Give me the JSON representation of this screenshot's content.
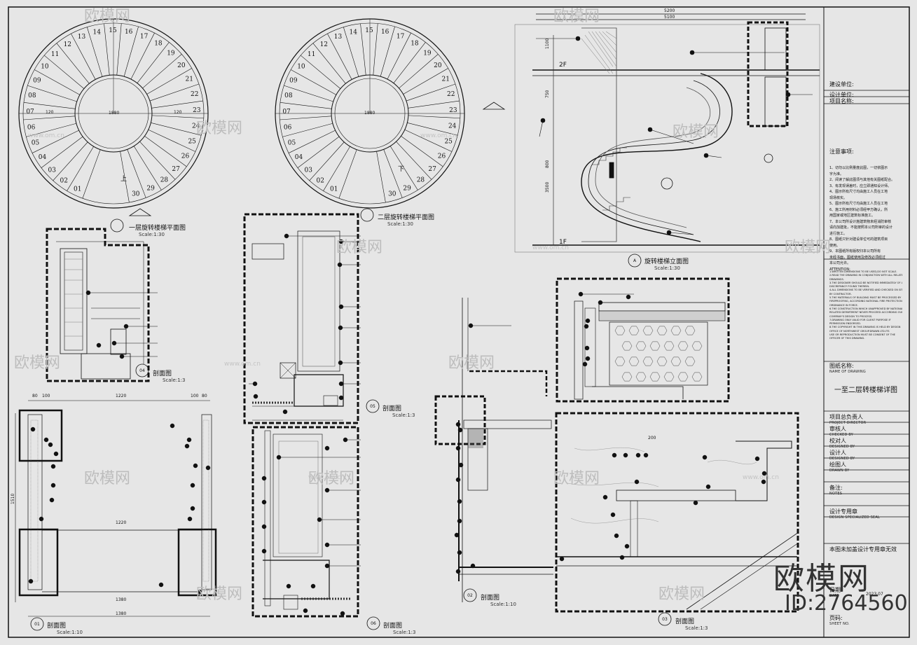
{
  "titleblock": {
    "construction_unit": "建设单位:",
    "design_unit": "设计单位:",
    "project_name": "项目名称:",
    "notes_title": "注意事项:",
    "notes": [
      "1、切勿以比例量度此图，一切依图示",
      "   字为准。",
      "2、阅读了解此图须与其他有关图纸配合。",
      "3、有发现误差时，应立即通知设计师。",
      "4、图示所有尺寸均由施工人员在工地",
      "   现场核实。",
      "5、图示所有尺寸均由施工人员在工地",
      "6、施工所用材料必须经甲方确认，所",
      "   用国家或地区建筑标准施工。",
      "7、本公司所设计施建筑物未经消防审核",
      "   请向加建批，不能按照本公司所审的设计",
      "   进行施工。",
      "8、图纸只针对建设单位可的建筑项目",
      "   使用。",
      "9、本图纸所有版权归本公司所有",
      "   未经书面，图纸使用及修改必须经过",
      "   本公司允许。"
    ],
    "attention": "ATTENTION:",
    "notes_en": [
      "1.WRITTEN DIMENSIONS TO BE USED,DO NOT SCALE.",
      "2.READ THE DRAWING IN CONJUNCTION WITH ALL RELATED",
      "  DRAWINGS.",
      "3.THE DESIGNER SHOULD BE NOTIFIED IMMEDIATELY OF ANY",
      "  DISCREPANCY FOUND THEREIN.",
      "4.ALL DIMENSIONS TO BE VERIFIED AND CHECKED ON SITE",
      "  BY CONTRACTOR.",
      "5.THE MATERIALS OF BUILDING MUST BE PROCESSED BY",
      "  FIREPROOFING, ACCORDING NATIONAL FIRE PROTECTION",
      "  ORDINANCE IN FORCE.",
      "6.THE CONSTRUCTION WHICH UNAPPROVED BY NATIONAL",
      "  RELATED DEPARTMENT NEVER PROCEED ACCORDING OUR",
      "  COMPANY'S DESIGN TO PROCESS.",
      "7.DRAWING ONLY VALID FOR CLIENT PURPOSE IF",
      "  PERMISSION ENDORSED.",
      "8.THE COPYRIGHT IN THIS DRAWING IS HELD BY DESIGN",
      "  OFFICE OF NORTHWEST GROUP.DRAWN LTD.ITS",
      "  USE OR REPRODUCTION MUST BE CONSENT OF THE",
      "  OFFICER OF THIS DRAWING."
    ],
    "drawing_name_label": "图纸名称:",
    "drawing_name_en": "NAME OF DRAWING",
    "drawing_name": "一至二层转楼梯详图",
    "project_leader": "项目总负责人",
    "project_leader_en": "PROJECT DIRECTOR",
    "reviewer": "审核人",
    "reviewer_en": "CHECKED BY",
    "checker": "校对人",
    "checker_en": "DESIGNED BY",
    "designer": "设计人",
    "designer_en": "DESIGNED BY",
    "drafter": "绘图人",
    "drafter_en": "DRAWN BY",
    "remarks": "备注:",
    "remarks_en": "NOTES",
    "seal": "设计专用章",
    "seal_en": "DESIGN SPECIALIZED SEAL",
    "seal_note": "本图未加盖设计专用章无效",
    "date_label": "日期:",
    "date_en": "DATE",
    "date_value": "2023.07",
    "sheet_label": "页码:",
    "sheet_en": "SHEET NO."
  },
  "views": {
    "plan1_title": "一层旋转楼梯平面图",
    "plan1_scale": "Scale:1:30",
    "plan2_title": "二层旋转楼梯平面图",
    "plan2_scale": "Scale:1:30",
    "elev_tag": "A",
    "elev_title": "旋转楼梯立面图",
    "elev_scale": "Scale:1:30",
    "sec04_tag": "04",
    "sec04_title": "剖面图",
    "sec04_scale": "Scale:1:3",
    "sec05_tag": "05",
    "sec05_title": "剖面图",
    "sec05_scale": "Scale:1:3",
    "sec01_tag": "01",
    "sec01_title": "剖面图",
    "sec01_scale": "Scale:1:10",
    "sec06_tag": "06",
    "sec06_title": "剖面图",
    "sec06_scale": "Scale:1:3",
    "sec02_tag": "02",
    "sec02_title": "剖面图",
    "sec02_scale": "Scale:1:10",
    "sec03_tag": "03",
    "sec03_title": "剖面图",
    "sec03_scale": "Scale:1:3"
  },
  "plan1": {
    "steps": [
      "01",
      "02",
      "03",
      "04",
      "05",
      "06",
      "07",
      "08",
      "09",
      "10",
      "11",
      "12",
      "13",
      "14",
      "15",
      "16",
      "17",
      "18",
      "19",
      "20",
      "21",
      "22",
      "23",
      "24",
      "25",
      "26",
      "27",
      "28",
      "29",
      "30"
    ],
    "dim_1880": "1880",
    "dim_120a": "120",
    "dim_120b": "120",
    "up": "上"
  },
  "plan2": {
    "steps": [
      "01",
      "02",
      "03",
      "04",
      "05",
      "06",
      "07",
      "08",
      "09",
      "10",
      "11",
      "12",
      "13",
      "14",
      "15",
      "16",
      "17",
      "18",
      "19",
      "20",
      "21",
      "22",
      "23",
      "24",
      "25",
      "26",
      "27",
      "28",
      "29",
      "30"
    ],
    "dim_1880": "1880",
    "down": "下"
  },
  "elevation": {
    "dim_5200": "5200",
    "dim_5100": "5100",
    "level_2f": "2F",
    "level_1f": "1F",
    "dim_1100": "1100",
    "dim_800": "800",
    "dim_3500": "3500",
    "dim_750": "750"
  },
  "sec01": {
    "dim_1220": "1220",
    "dim_1380": "1380",
    "dim_1510": "1510",
    "dim_80": "80",
    "dim_100": "100"
  },
  "sec03": {
    "dim_200": "200"
  },
  "watermark": {
    "brand": "欧模网",
    "id": "ID:2764560",
    "small": "欧模网",
    "url": "www.om.cn"
  },
  "colors": {
    "paper": "#e6e6e6",
    "ink": "#111111",
    "hatch": "#555555"
  }
}
